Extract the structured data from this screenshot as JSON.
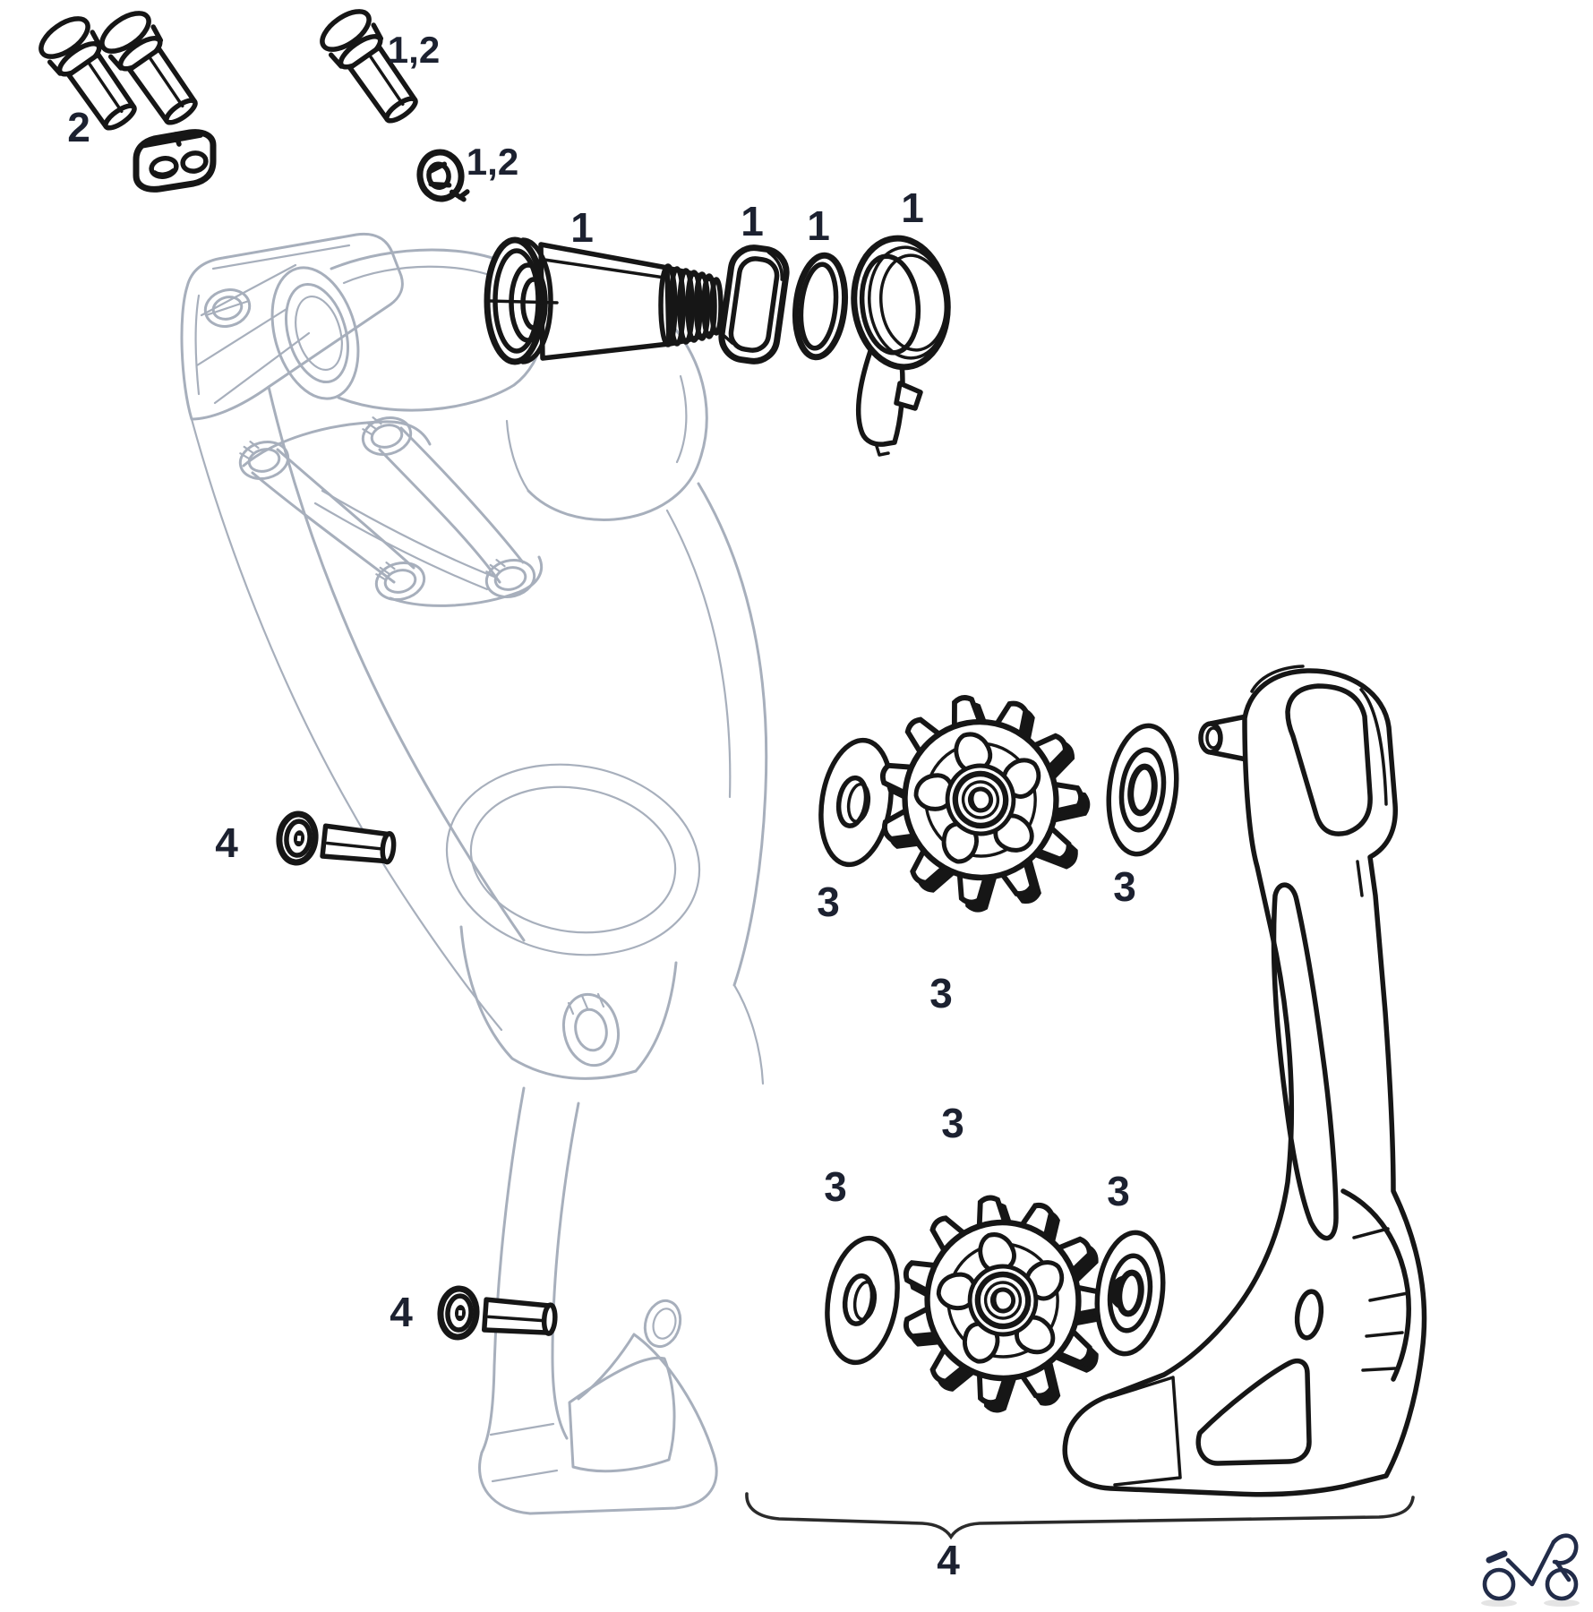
{
  "colors": {
    "background": "#ffffff",
    "line": "#161616",
    "ghost_body": "#a7afbc",
    "label_text": "#1c2130",
    "logo": "#222c49"
  },
  "labels": [
    {
      "id": "mounting-bolts",
      "text": "2"
    },
    {
      "id": "cable-anchor-bolt",
      "text": "1,2"
    },
    {
      "id": "retaining-clip",
      "text": "1,2"
    },
    {
      "id": "b-bolt",
      "text": "1"
    },
    {
      "id": "b-bushing",
      "text": "1"
    },
    {
      "id": "b-oring",
      "text": "1"
    },
    {
      "id": "b-limit-washer",
      "text": "1"
    },
    {
      "id": "cage-screw-upper",
      "text": "4"
    },
    {
      "id": "upper-washer-left",
      "text": "3"
    },
    {
      "id": "upper-pulley",
      "text": "3"
    },
    {
      "id": "upper-washer-right",
      "text": "3"
    },
    {
      "id": "lower-pulley",
      "text": "3"
    },
    {
      "id": "lower-washer-left",
      "text": "3"
    },
    {
      "id": "lower-washer-right",
      "text": "3"
    },
    {
      "id": "cage-screw-lower",
      "text": "4"
    },
    {
      "id": "cage-assembly-brace",
      "text": "4"
    }
  ],
  "parts": [
    {
      "name": "mounting-bolt-pair",
      "callout": "2"
    },
    {
      "name": "anchor-plate",
      "callout": "2"
    },
    {
      "name": "cable-anchor-bolt",
      "callout": "1,2"
    },
    {
      "name": "retaining-clip",
      "callout": "1,2"
    },
    {
      "name": "b-bolt",
      "callout": "1"
    },
    {
      "name": "b-bushing",
      "callout": "1"
    },
    {
      "name": "o-ring",
      "callout": "1"
    },
    {
      "name": "b-limit-washer",
      "callout": "1"
    },
    {
      "name": "derailleur-body-ghost",
      "callout": ""
    },
    {
      "name": "cage-screw-upper",
      "callout": "4"
    },
    {
      "name": "upper-pulley",
      "callout": "3"
    },
    {
      "name": "upper-pulley-washers",
      "callout": "3"
    },
    {
      "name": "lower-pulley",
      "callout": "3"
    },
    {
      "name": "lower-pulley-washers",
      "callout": "3"
    },
    {
      "name": "inner-cage-plate",
      "callout": "4"
    },
    {
      "name": "cage-screw-lower",
      "callout": "4"
    },
    {
      "name": "cage-assembly-brace",
      "callout": "4"
    },
    {
      "name": "bicycle-logo",
      "callout": ""
    }
  ]
}
